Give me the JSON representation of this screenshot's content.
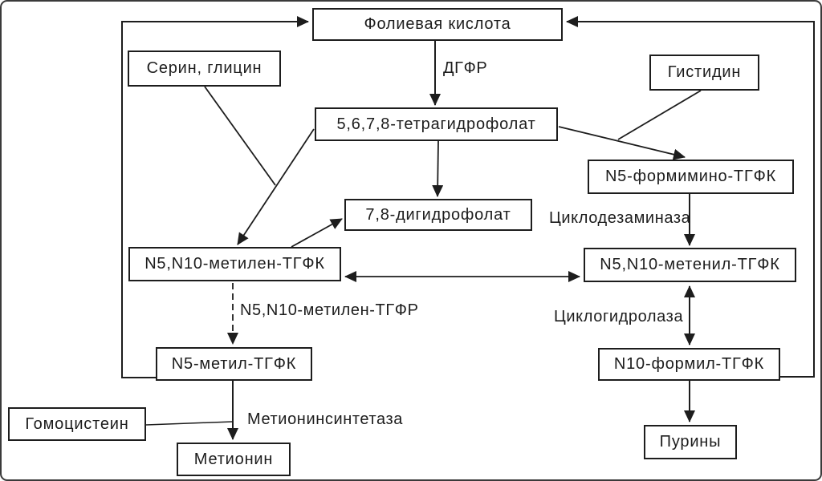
{
  "diagram": {
    "type": "flowchart",
    "topic": "Folate (folic acid) metabolism pathway",
    "language": "ru",
    "colors": {
      "line": "#1d1d1d",
      "box_border": "#1d1d1d",
      "box_background": "#ffffff",
      "page_background": "#ffffff"
    },
    "nodes": {
      "folic_acid": "Фолиевая кислота",
      "serine_glycine": "Серин, глицин",
      "histidine": "Гистидин",
      "thf": "5,6,7,8-тетрагидрофолат",
      "formimino_thfa": "N5-формимино-ТГФК",
      "dhf": "7,8-дигидрофолат",
      "methylene_thfa": "N5,N10-метилен-ТГФК",
      "methenyl_thfa": "N5,N10-метенил-ТГФК",
      "methyl_thfa": "N5-метил-ТГФК",
      "formyl_thfa": "N10-формил-ТГФК",
      "homocysteine": "Гомоцистеин",
      "methionine": "Метионин",
      "purines": "Пурины"
    },
    "edge_labels": {
      "dgfr": "ДГФР",
      "cyclodeaminase": "Циклодезаминаза",
      "methylene_thfr": "N5,N10-метилен-ТГФР",
      "cyclohydrolase": "Циклогидролаза",
      "methionine_synthetase": "Метионинсинтетаза"
    },
    "edges": [
      {
        "from": "folic_acid",
        "to": "thf",
        "label": "ДГФР",
        "style": "solid",
        "direction": "one-way"
      },
      {
        "from": "thf",
        "to": "dhf",
        "style": "solid",
        "direction": "one-way"
      },
      {
        "from": "thf",
        "to": "methylene_thfa",
        "style": "solid",
        "direction": "one-way"
      },
      {
        "from": "serine_glycine",
        "to": "methylene_thfa",
        "style": "solid",
        "direction": "joins-arrow"
      },
      {
        "from": "methylene_thfa",
        "to": "dhf",
        "style": "solid",
        "direction": "one-way"
      },
      {
        "from": "thf",
        "to": "formimino_thfa",
        "style": "solid",
        "direction": "one-way"
      },
      {
        "from": "histidine",
        "to": "formimino_thfa",
        "style": "solid",
        "direction": "joins-arrow"
      },
      {
        "from": "formimino_thfa",
        "to": "methenyl_thfa",
        "label": "Циклодезаминаза",
        "style": "solid",
        "direction": "one-way"
      },
      {
        "from": "methylene_thfa",
        "to": "methenyl_thfa",
        "style": "solid",
        "direction": "two-way"
      },
      {
        "from": "methenyl_thfa",
        "to": "formyl_thfa",
        "label": "Циклогидролаза",
        "style": "solid",
        "direction": "two-way"
      },
      {
        "from": "methylene_thfa",
        "to": "methyl_thfa",
        "label": "N5,N10-метилен-ТГФР",
        "style": "dashed",
        "direction": "one-way"
      },
      {
        "from": "methyl_thfa",
        "to": "methionine",
        "label": "Метионинсинтетаза",
        "style": "solid",
        "direction": "one-way"
      },
      {
        "from": "homocysteine",
        "to": "methionine",
        "style": "solid",
        "direction": "joins-arrow"
      },
      {
        "from": "formyl_thfa",
        "to": "purines",
        "style": "solid",
        "direction": "one-way"
      },
      {
        "from": "methyl_thfa",
        "to": "folic_acid",
        "style": "solid",
        "direction": "one-way"
      },
      {
        "from": "formyl_thfa",
        "to": "folic_acid",
        "style": "solid",
        "direction": "one-way"
      }
    ]
  }
}
